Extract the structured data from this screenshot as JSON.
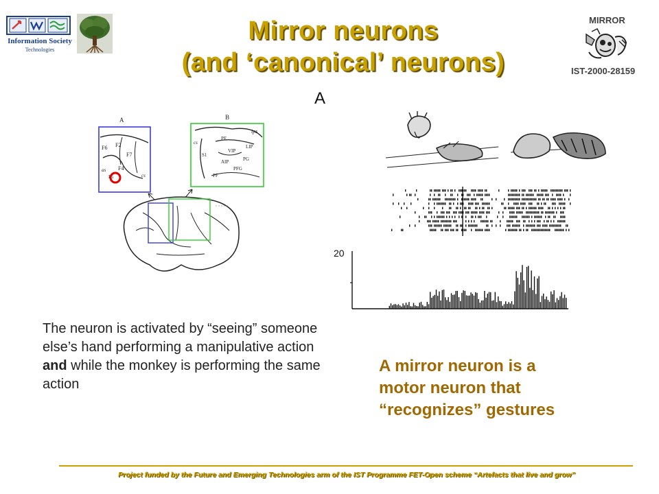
{
  "header": {
    "logo_text_1": "Information Society",
    "logo_text_2": "Technologies",
    "project_name": "MIRROR",
    "project_code": "IST-2000-28159"
  },
  "slide": {
    "title_line_1": "Mirror neurons",
    "title_line_2": "(and ‘canonical’ neurons)",
    "figure_panel_label": "A",
    "brain_labels": {
      "panel_a": "A",
      "panel_b": "B",
      "f6": "F6",
      "f2": "F2",
      "f7": "F7",
      "f4": "F4",
      "f5": "F5",
      "as": "as",
      "cs": "cs",
      "pe": "PE",
      "ips": "ips",
      "cs_b": "cs",
      "s1": "S1",
      "vip": "VIP",
      "lip": "LIP",
      "aip": "AIP",
      "pg": "PG",
      "pfg": "PFG",
      "pf": "PF"
    },
    "histogram_y_label": "20",
    "left_paragraph_parts": [
      "The neuron is activated by “seeing” someone else’s hand performing a manipulative action ",
      "and",
      " while the monkey is performing the same action"
    ],
    "right_statement_lines": [
      "A mirror neuron is a",
      "motor neuron that",
      "“recognizes” gestures"
    ]
  },
  "footer": {
    "text": "Project funded by the Future and Emerging Technologies arm of the IST Programme FET-Open scheme   “Artefacts  that live and grow”"
  },
  "colors": {
    "title": "#c8a000",
    "title_shadow": "#5a4a00",
    "key_statement": "#a06800",
    "footer": "#c9a000",
    "blue_box": "#3b3bd6",
    "green_box": "#33cc33",
    "marker_red": "#e00000"
  }
}
